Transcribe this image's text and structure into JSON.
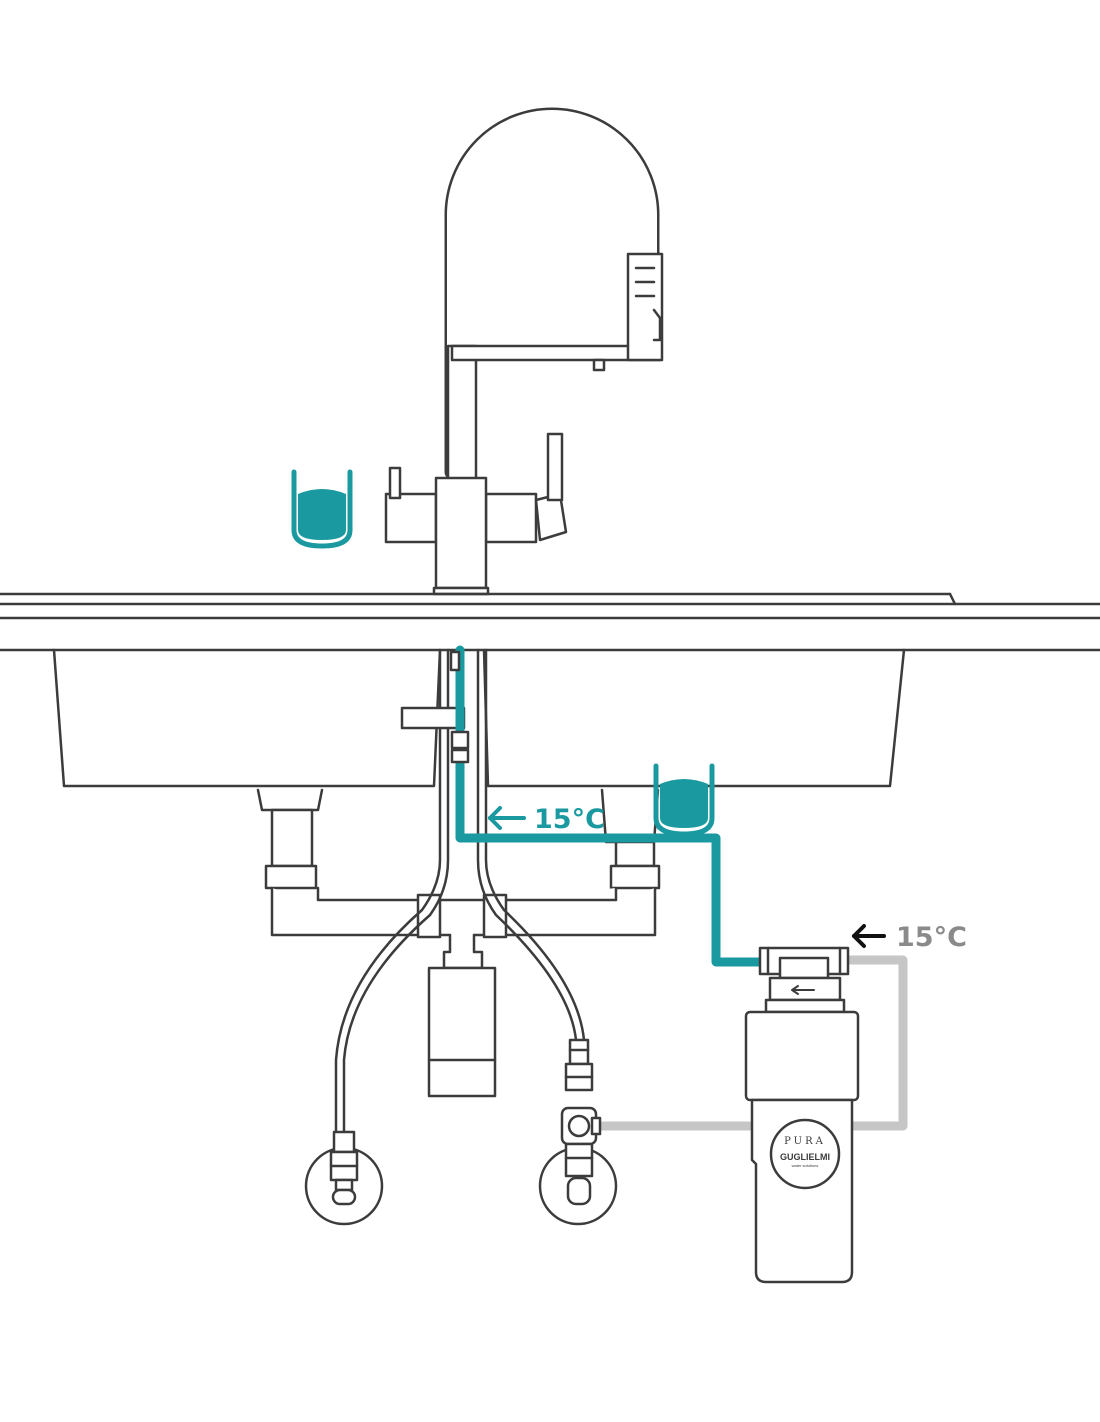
{
  "diagram": {
    "colors": {
      "line": "#3c3c3c",
      "filtered_water": "#1a9aa0",
      "supply_water": "#c6c6c6",
      "supply_label": "#8a8a8a",
      "background": "#ffffff"
    },
    "labels": {
      "filtered_temp": "15°C",
      "supply_temp": "15°C",
      "filter_brand_top": "PURA",
      "filter_brand_main": "GUGLIELMI",
      "filter_brand_sub": "water solutions"
    },
    "icons": [
      "glass-icon",
      "arrow-left-icon"
    ]
  }
}
